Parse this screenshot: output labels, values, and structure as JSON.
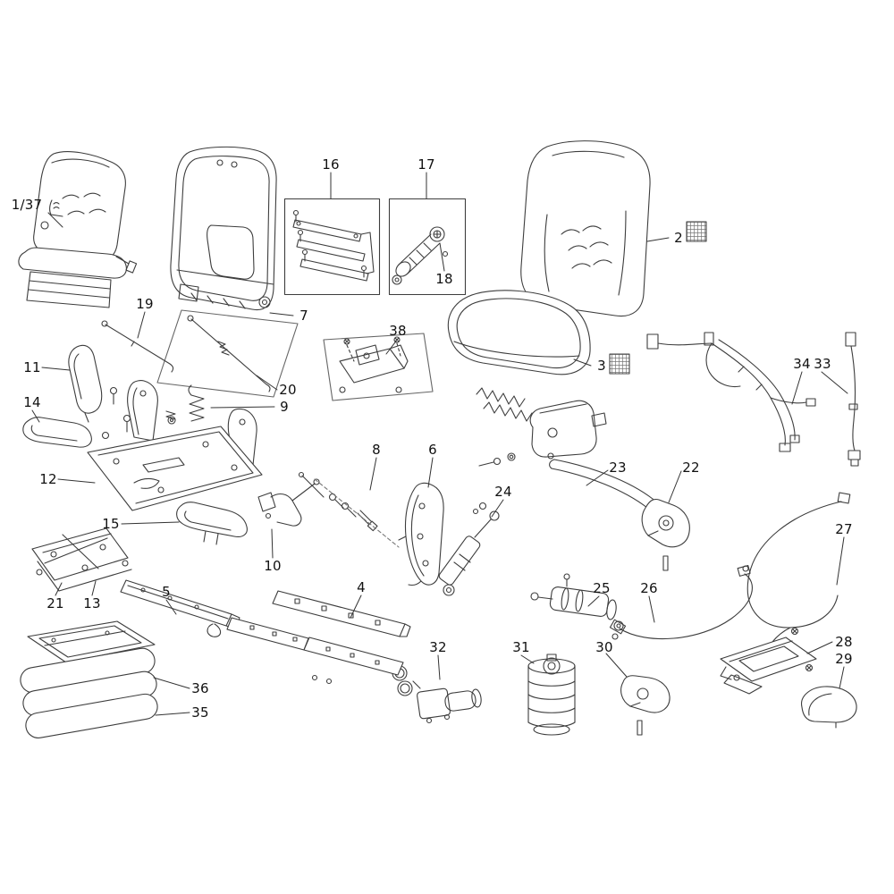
{
  "diagram": {
    "type": "exploded-parts-diagram",
    "subject": "vehicle seat assembly parts catalogue drawing",
    "background_color": "#ffffff",
    "line_color": "#3d3d3d",
    "label_color": "#111111",
    "swatch_style": "cross-hatched fabric sample squares beside labels 2 and 3",
    "labels": [
      {
        "text": "1/37"
      },
      {
        "text": "16"
      },
      {
        "text": "17"
      },
      {
        "text": "18"
      },
      {
        "text": "2"
      },
      {
        "text": "7"
      },
      {
        "text": "19"
      },
      {
        "text": "38"
      },
      {
        "text": "3"
      },
      {
        "text": "34"
      },
      {
        "text": "33"
      },
      {
        "text": "11"
      },
      {
        "text": "20"
      },
      {
        "text": "9"
      },
      {
        "text": "14"
      },
      {
        "text": "23"
      },
      {
        "text": "22"
      },
      {
        "text": "12"
      },
      {
        "text": "8"
      },
      {
        "text": "6"
      },
      {
        "text": "24"
      },
      {
        "text": "15"
      },
      {
        "text": "10"
      },
      {
        "text": "27"
      },
      {
        "text": "25"
      },
      {
        "text": "26"
      },
      {
        "text": "4"
      },
      {
        "text": "5"
      },
      {
        "text": "21"
      },
      {
        "text": "13"
      },
      {
        "text": "32"
      },
      {
        "text": "31"
      },
      {
        "text": "30"
      },
      {
        "text": "28"
      },
      {
        "text": "29"
      },
      {
        "text": "36"
      },
      {
        "text": "35"
      }
    ]
  }
}
